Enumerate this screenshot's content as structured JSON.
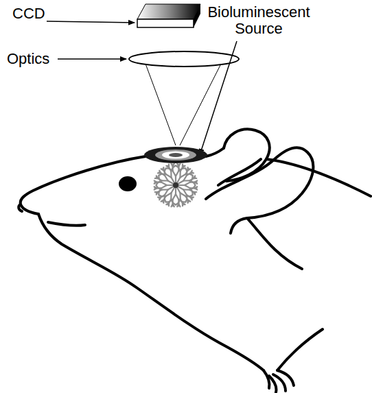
{
  "diagram": {
    "labels": [
      "CCD",
      "Optics",
      "Bioluminescent Source"
    ]
  }
}
